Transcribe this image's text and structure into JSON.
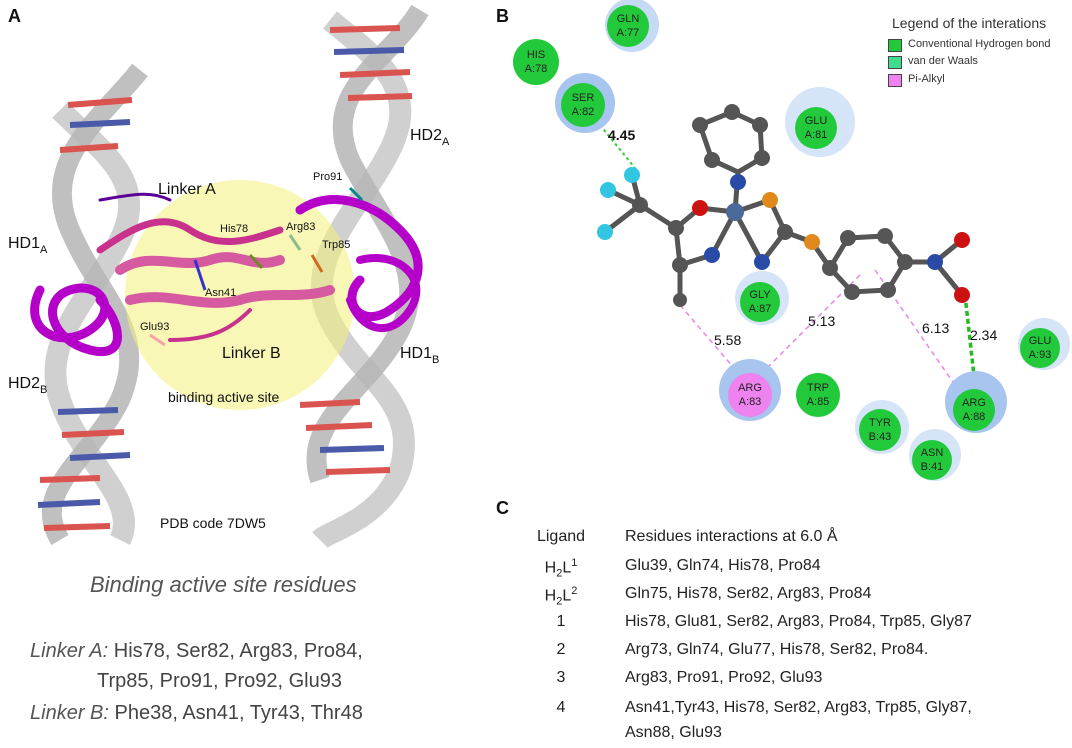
{
  "panels": {
    "A": "A",
    "B": "B",
    "C": "C"
  },
  "panelA": {
    "labels": {
      "linker_a": "Linker A",
      "linker_b": "Linker B",
      "binding_site": "binding active site",
      "pdb": "PDB code 7DW5",
      "hd1a_main": "HD1",
      "hd1a_sub": "A",
      "hd2a_main": "HD2",
      "hd2a_sub": "A",
      "hd1b_main": "HD1",
      "hd1b_sub": "B",
      "hd2b_main": "HD2",
      "hd2b_sub": "B",
      "pro91": "Pro91",
      "his78": "His78",
      "arg83": "Arg83",
      "trp85": "Trp85",
      "asn41": "Asn41",
      "glu93": "Glu93"
    },
    "residue_title": "Binding active site residues",
    "linker_a_label": "Linker A:",
    "linker_a_line1": "His78, Ser82, Arg83, Pro84,",
    "linker_a_line2": "Trp85, Pro91, Pro92, Glu93",
    "linker_b_label": "Linker B:",
    "linker_b_line": "Phe38, Asn41, Tyr43, Thr48"
  },
  "panelB": {
    "legend": {
      "title": "Legend of the interations",
      "items": [
        {
          "label": "Conventional Hydrogen bond",
          "color": "#22c93b"
        },
        {
          "label": "van der Waals",
          "color": "#3fdc8f"
        },
        {
          "label": "Pi-Alkyl",
          "color": "#ee82ee"
        }
      ]
    },
    "distances": {
      "d1": "4.45",
      "d2": "5.58",
      "d3": "5.13",
      "d4": "6.13",
      "d5": "2.34"
    },
    "residues": {
      "gln77": {
        "l1": "GLN",
        "l2": "A:77"
      },
      "his78": {
        "l1": "HIS",
        "l2": "A:78"
      },
      "ser82": {
        "l1": "SER",
        "l2": "A:82"
      },
      "glu81": {
        "l1": "GLU",
        "l2": "A:81"
      },
      "gly87": {
        "l1": "GLY",
        "l2": "A:87"
      },
      "arg83": {
        "l1": "ARG",
        "l2": "A:83"
      },
      "trp85": {
        "l1": "TRP",
        "l2": "A:85"
      },
      "tyr43": {
        "l1": "TYR",
        "l2": "B:43"
      },
      "asn41": {
        "l1": "ASN",
        "l2": "B:41"
      },
      "arg88": {
        "l1": "ARG",
        "l2": "A:88"
      },
      "glu93": {
        "l1": "GLU",
        "l2": "A:93"
      }
    }
  },
  "panelC": {
    "header_ligand": "Ligand",
    "header_residues": "Residues interactions at 6.0 Å",
    "rows": [
      {
        "lig_main": "H",
        "lig_sub": "2",
        "lig_tail": "L",
        "lig_sup": "1",
        "res": "Glu39, Gln74, His78, Pro84"
      },
      {
        "lig_main": "H",
        "lig_sub": "2",
        "lig_tail": "L",
        "lig_sup": "2",
        "res": "Gln75, His78, Ser82, Arg83, Pro84"
      },
      {
        "lig": "1",
        "res": "His78, Glu81, Ser82, Arg83, Pro84, Trp85, Gly87"
      },
      {
        "lig": "2",
        "res": "Arg73, Gln74, Glu77, His78, Ser82, Pro84."
      },
      {
        "lig": "3",
        "res": "Arg83, Pro91, Pro92, Glu93"
      },
      {
        "lig": "4",
        "res": "Asn41,Tyr43, His78, Ser82, Arg83, Trp85, Gly87,",
        "res2": "Asn88, Glu93"
      }
    ]
  }
}
